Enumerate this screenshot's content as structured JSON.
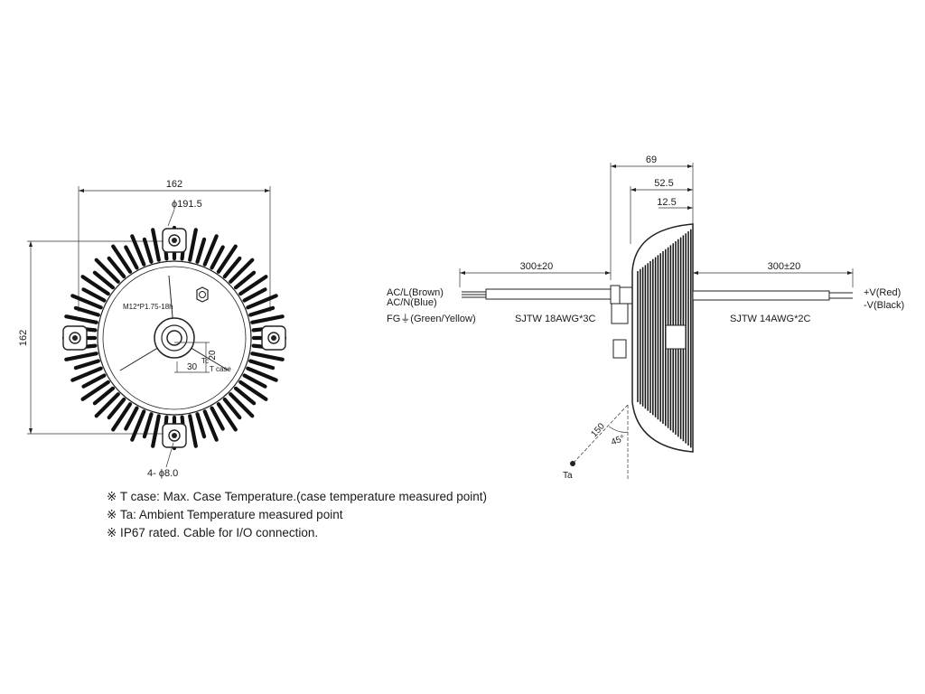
{
  "front_view": {
    "dim_width": "162",
    "dim_height": "162",
    "dim_outer_diameter": "ϕ191.5",
    "mount_thread": "M12*P1.75-18h",
    "dim_tc_x": "30",
    "dim_tc_y": "20",
    "tc_label": "Tc",
    "tcase_label": "T case",
    "holes_label": "4- ϕ8.0"
  },
  "side_view": {
    "dim_depth_total": "69",
    "dim_depth_body": "52.5",
    "dim_depth_top": "12.5",
    "dim_cable_in": "300±20",
    "dim_cable_out": "300±20",
    "ac_l": "AC/L(Brown)",
    "ac_n": "AC/N(Blue)",
    "fg": "FG⏚(Green/Yellow)",
    "cable_in_spec": "SJTW 18AWG*3C",
    "cable_out_spec": "SJTW 14AWG*2C",
    "v_plus": "+V(Red)",
    "v_minus": "-V(Black)",
    "ta_distance": "150",
    "ta_angle": "45°",
    "ta_label": "Ta"
  },
  "notes": [
    "※ T case: Max. Case Temperature.(case temperature measured point)",
    "※ Ta: Ambient Temperature measured point",
    "※ IP67 rated. Cable for I/O connection."
  ]
}
